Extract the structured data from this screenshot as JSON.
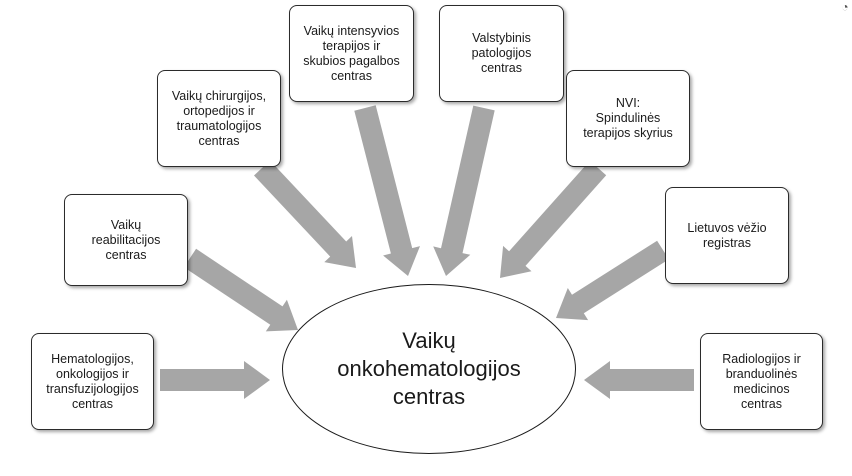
{
  "center": {
    "label": "Vaikų\nonkohematologijos\ncentras"
  },
  "nodes": [
    {
      "id": "hematologijos",
      "label": "Hematologijos,\nonkologijos ir\ntransfuzijologijos\ncentras"
    },
    {
      "id": "reabilitacijos",
      "label": "Vaikų\nreabilitacijos\ncentras"
    },
    {
      "id": "chirurgijos",
      "label": "Vaikų chirurgijos,\nortopedijos ir\ntraumatologijos\ncentras"
    },
    {
      "id": "intensyvios",
      "label": "Vaikų intensyvios\nterapijos ir\nskubios pagalbos\ncentras"
    },
    {
      "id": "patologijos",
      "label": "Valstybinis\npatologijos\ncentras"
    },
    {
      "id": "nvi",
      "label": "NVI:\nSpindulinės\nterapijos skyrius"
    },
    {
      "id": "vezio",
      "label": "Lietuvos vėžio\nregistras"
    },
    {
      "id": "radiologijos",
      "label": "Radiologijos ir\nbranduolinės\nmedicinos\ncentras"
    }
  ],
  "colors": {
    "arrow": "#a6a6a6",
    "border": "#2b2b2b",
    "background": "#ffffff"
  },
  "icons": {
    "corner": "loading-icon"
  }
}
